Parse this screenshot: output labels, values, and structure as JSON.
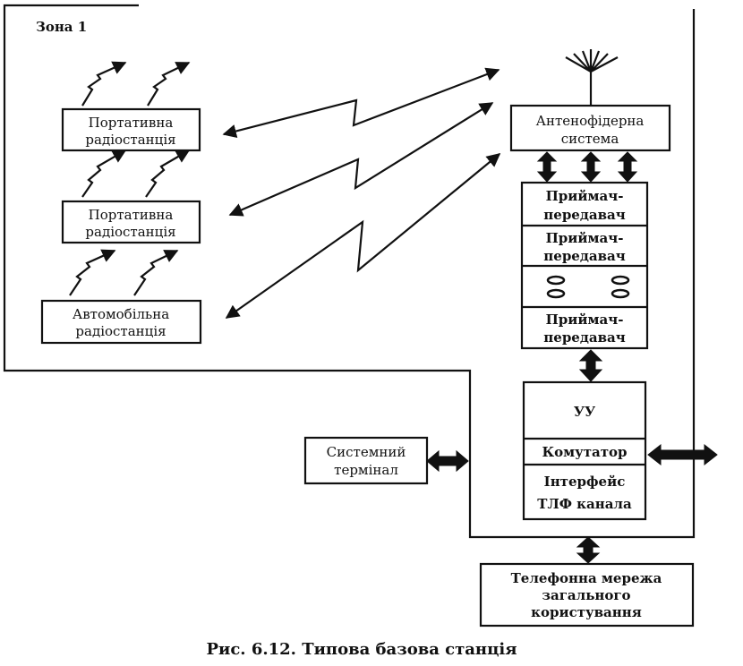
{
  "zone_label": "Зона 1",
  "radios": [
    {
      "line1": "Портативна",
      "line2": "радіостанція"
    },
    {
      "line1": "Портативна",
      "line2": "радіостанція"
    },
    {
      "line1": "Автомобільна",
      "line2": "радіостанція"
    }
  ],
  "antenna_system": {
    "line1": "Антенофідерна",
    "line2": "система"
  },
  "transceivers": [
    {
      "line1": "Приймач-",
      "line2": "передавач"
    },
    {
      "line1": "Приймач-",
      "line2": "передавач"
    },
    {
      "line1": "Приймач-",
      "line2": "передавач"
    }
  ],
  "control_unit": "УУ",
  "switch": "Комутатор",
  "interface": {
    "line1": "Інтерфейс",
    "line2": "ТЛФ канала"
  },
  "system_terminal": {
    "line1": "Системний",
    "line2": "термінал"
  },
  "phone_network": {
    "line1": "Телефонна мережа",
    "line2": "загального",
    "line3": "користування"
  },
  "caption": "Рис. 6.12. Типова базова станція"
}
